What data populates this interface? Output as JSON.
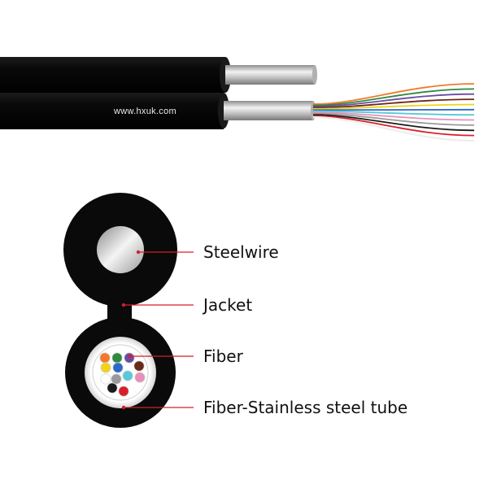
{
  "watermark": "www.hxuk.com",
  "labels": {
    "steelwire": "Steelwire",
    "jacket": "Jacket",
    "fiber": "Fiber",
    "tube": "Fiber-Stainless steel tube"
  },
  "colors": {
    "jacket": "#0a0a0a",
    "leader_line": "#d0202a",
    "steel_light": "#e8e8e8",
    "steel_mid": "#b8b8b8",
    "steel_dark": "#8a8a8a"
  },
  "fiber_colors": [
    "#f07a2a",
    "#2f8a3e",
    "#6a4ca0",
    "#6a2a1a",
    "#f2d21a",
    "#2a6ac8",
    "#5ac8d8",
    "#e890b8",
    "#9a9a9a",
    "#1a1a1a",
    "#d8202a",
    "#ffffff"
  ]
}
